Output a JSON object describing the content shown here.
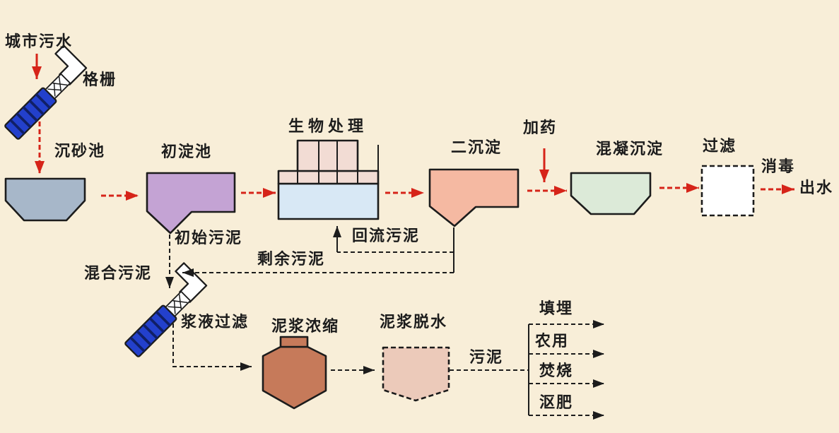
{
  "labels": {
    "influent": "城市污水",
    "bar_screen": "格栅",
    "grit_chamber": "沉砂池",
    "primary_tank": "初淀池",
    "bio_treatment": "生物处理",
    "secondary_tank": "二沉淀",
    "dosing": "加药",
    "coagulation": "混凝沉淀",
    "filter": "过滤",
    "disinfection": "消毒",
    "effluent": "出水",
    "initial_sludge": "初始污泥",
    "return_sludge": "回流污泥",
    "excess_sludge": "剩余污泥",
    "mixed_sludge": "混合污泥",
    "slurry_filter": "浆液过滤",
    "thickening": "泥浆浓缩",
    "dewatering": "泥浆脱水",
    "sludge": "污泥",
    "landfill": "填埋",
    "agricultural": "农用",
    "incineration": "焚烧",
    "composting": "沤肥"
  },
  "colors": {
    "background": "#f8eed8",
    "red_arrow": "#d62419",
    "line": "#1c1c1c",
    "grit_chamber": "#a7b7c9",
    "primary_tank": "#c4a3d4",
    "bio_water": "#d8e8f5",
    "bio_media": "#f2dcd4",
    "secondary_tank": "#f5b9a2",
    "coagulation_tank": "#dcead8",
    "filter_unit": "#ffffff",
    "thickener": "#c67a5a",
    "dewatering": "#eccaba",
    "screen_blue": "#2340cc",
    "screen_stripe": "#101f66"
  }
}
